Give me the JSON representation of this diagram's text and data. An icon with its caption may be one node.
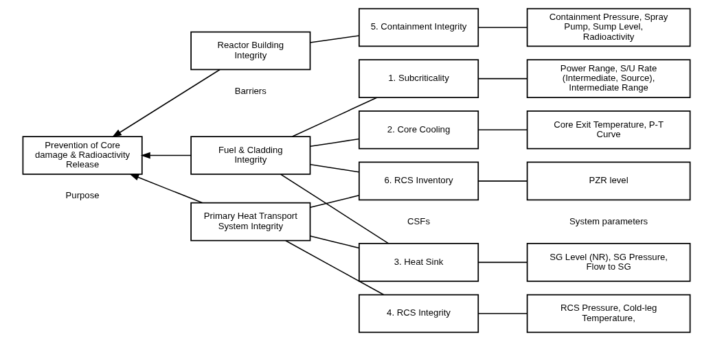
{
  "diagram": {
    "nodes": [
      {
        "text": [
          "Prevention of Core damage & Radioactivity Release"
        ]
      },
      {
        "text": [
          "Fuel & Cladding Integrity"
        ]
      },
      {
        "text": [
          "Primary Heat Transport System Integrity"
        ]
      },
      {
        "text": [
          "Reactor Building Integrity"
        ]
      },
      {
        "text": [
          "1. Subcriticality"
        ]
      },
      {
        "text": [
          "2. Core Cooling"
        ]
      },
      {
        "text": [
          "3. Heat Sink"
        ]
      },
      {
        "text": [
          "4. RCS Integrity"
        ]
      },
      {
        "text": [
          "5. Containment Integrity"
        ]
      },
      {
        "text": [
          "6. RCS Inventory"
        ]
      },
      {
        "text": [
          "Power Range, S/U Rate (Intermediate, Source), Intermediate Range"
        ]
      },
      {
        "text": [
          "Core Exit Temperature, P-T Curve"
        ]
      },
      {
        "text": [
          "SG Level (NR), SG Pressure, Flow to SG"
        ]
      },
      {
        "text": [
          "RCS Pressure, Cold-leg Temperature,"
        ]
      },
      {
        "text": [
          "Containment Pressure, Spray Pump, Sump Level,    Radioactivity"
        ]
      },
      {
        "text": [
          "PZR level"
        ]
      }
    ],
    "edges": [
      {
        "from": 1,
        "to": 0,
        "arrow": "to"
      },
      {
        "from": 2,
        "to": 0,
        "arrow": "to"
      },
      {
        "from": 3,
        "to": 0,
        "arrow": "to"
      },
      {
        "from": 1,
        "to": 4,
        "arrow": "none"
      },
      {
        "from": 1,
        "to": 5,
        "arrow": "none"
      },
      {
        "from": 1,
        "to": 6,
        "arrow": "none"
      },
      {
        "from": 1,
        "to": 9,
        "arrow": "none"
      },
      {
        "from": 2,
        "to": 6,
        "arrow": "none"
      },
      {
        "from": 2,
        "to": 7,
        "arrow": "none"
      },
      {
        "from": 2,
        "to": 9,
        "arrow": "none"
      },
      {
        "from": 3,
        "to": 8,
        "arrow": "none"
      },
      {
        "from": 4,
        "to": 10,
        "arrow": "none"
      },
      {
        "from": 5,
        "to": 11,
        "arrow": "none"
      },
      {
        "from": 6,
        "to": 12,
        "arrow": "none"
      },
      {
        "from": 7,
        "to": 13,
        "arrow": "none"
      },
      {
        "from": 8,
        "to": 14,
        "arrow": "none"
      },
      {
        "from": 9,
        "to": 15,
        "arrow": "none"
      }
    ],
    "labels": [
      "Purpose",
      "Barriers",
      "CSFs",
      "System parameters"
    ]
  }
}
